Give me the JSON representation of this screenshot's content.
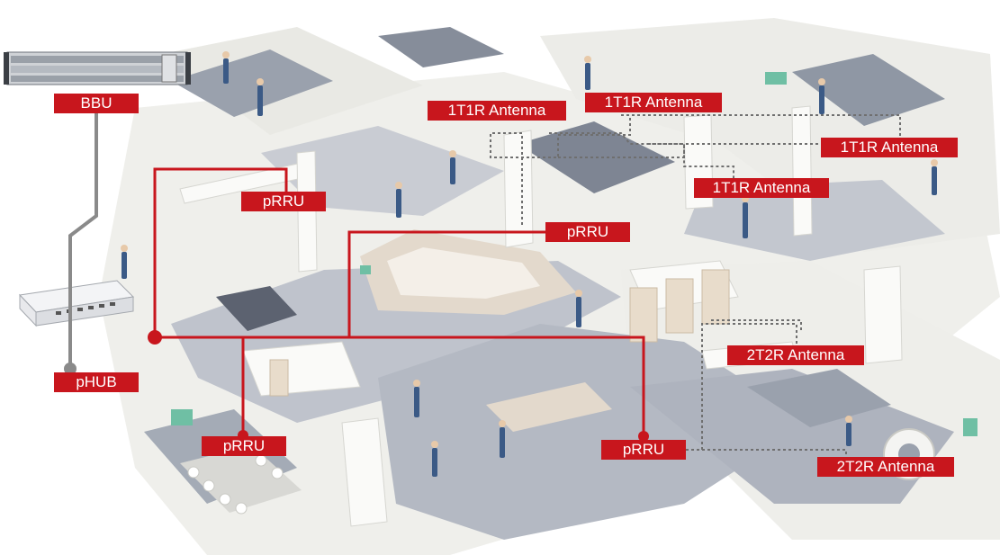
{
  "colors": {
    "link_red": "#c8161d",
    "cable_gray": "#8a8a8a",
    "antenna_link_gray": "#6f6f6f",
    "floor": "#f1f1ee",
    "corridor": "#b8bcc6",
    "room_dark": "#8d95a3"
  },
  "labels": {
    "bbu": "BBU",
    "phub": "pHUB",
    "prru_1": "pRRU",
    "prru_2": "pRRU",
    "prru_3": "pRRU",
    "prru_4": "pRRU",
    "antenna_1t1r_1": "1T1R Antenna",
    "antenna_1t1r_2": "1T1R Antenna",
    "antenna_1t1r_3": "1T1R Antenna",
    "antenna_1t1r_4": "1T1R Antenna",
    "antenna_2t2r_1": "2T2R Antenna",
    "antenna_2t2r_2": "2T2R Antenna"
  },
  "icons": {
    "bbu_device": "rack-unit-icon",
    "phub_device": "network-switch-icon",
    "junction": "junction-dot-icon"
  }
}
